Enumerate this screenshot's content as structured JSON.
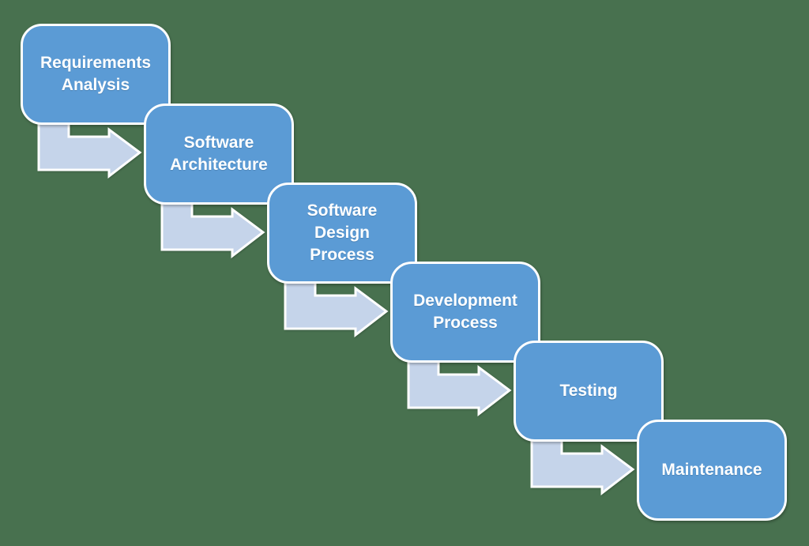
{
  "diagram": {
    "name": "waterfall-software-process",
    "colors": {
      "background": "#48714F",
      "box_fill": "#5B9BD5",
      "box_border": "#FFFFFF",
      "arrow_fill": "#C5D4EA",
      "arrow_border": "#FFFFFF",
      "text": "#FFFFFF"
    },
    "steps": [
      {
        "label": [
          "Requirements",
          "Analysis"
        ]
      },
      {
        "label": [
          "Software",
          "Architecture"
        ]
      },
      {
        "label": [
          "Software",
          "Design",
          "Process"
        ]
      },
      {
        "label": [
          "Development",
          "Process"
        ]
      },
      {
        "label": [
          "Testing"
        ]
      },
      {
        "label": [
          "Maintenance"
        ]
      }
    ],
    "connector": "down-right-block-arrow"
  }
}
